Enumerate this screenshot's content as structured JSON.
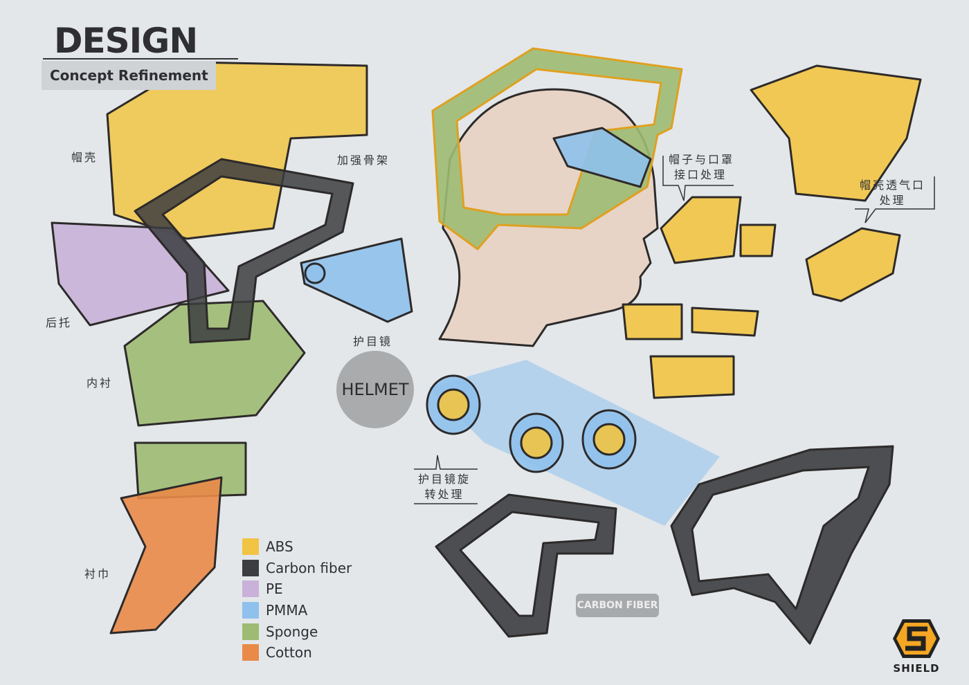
{
  "header": {
    "title": "DESIGN",
    "subtitle": "Concept Refinement"
  },
  "part_labels": {
    "shell": "帽壳",
    "frame": "加强骨架",
    "back_support": "后托",
    "liner": "内衬",
    "visor": "护目镜",
    "cloth_liner": "衬巾"
  },
  "callouts": {
    "mask_interface": [
      "帽子与口罩",
      "接口处理"
    ],
    "shell_vent": [
      "帽壳透气口",
      "处理"
    ],
    "visor_rotation": [
      "护目镜旋",
      "转处理"
    ]
  },
  "center_badge": "HELMET",
  "material_tag": "CARBON FIBER",
  "legend": [
    {
      "label": "ABS",
      "color": "#f1c443"
    },
    {
      "label": "Carbon fiber",
      "color": "#3c3d40"
    },
    {
      "label": "PE",
      "color": "#c9b1d9"
    },
    {
      "label": "PMMA",
      "color": "#8fc1ec"
    },
    {
      "label": "Sponge",
      "color": "#9dbb72"
    },
    {
      "label": "Cotton",
      "color": "#e98a49"
    }
  ],
  "logo": {
    "text": "SHIELD",
    "color": "#f5a623"
  }
}
